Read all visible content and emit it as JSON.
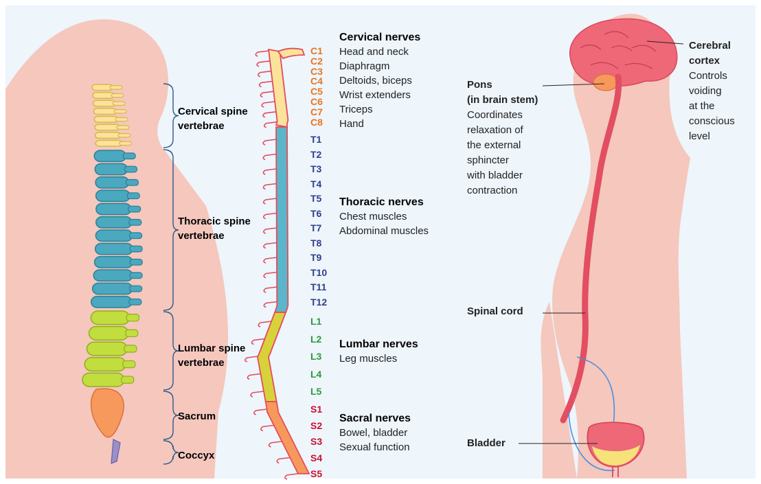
{
  "colors": {
    "cervical": "#e87522",
    "thoracic": "#2e3e8c",
    "lumbar": "#2a9a3c",
    "sacral": "#c8102e",
    "coccyx": "#9a9a9a",
    "body": "#f5c7bd",
    "brain": "#ee6878",
    "cord": "#e24e62",
    "nerve_line": "#4a90e2"
  },
  "spine_sections": [
    {
      "line1": "Cervical spine",
      "line2": "vertebrae"
    },
    {
      "line1": "Thoracic spine",
      "line2": "vertebrae"
    },
    {
      "line1": "Lumbar spine",
      "line2": "vertebrae"
    },
    {
      "line1": "Sacrum"
    },
    {
      "line1": "Coccyx"
    }
  ],
  "vertebrae": {
    "cervical": [
      "C1",
      "C2",
      "C3",
      "C4",
      "C5",
      "C6",
      "C7",
      "C8"
    ],
    "thoracic": [
      "T1",
      "T2",
      "T3",
      "T4",
      "T5",
      "T6",
      "T7",
      "T8",
      "T9",
      "T10",
      "T11",
      "T12"
    ],
    "lumbar": [
      "L1",
      "L2",
      "L3",
      "L4",
      "L5"
    ],
    "sacral": [
      "S1",
      "S2",
      "S3",
      "S4",
      "S5"
    ]
  },
  "nerve_groups": [
    {
      "title": "Cervical nerves",
      "items": [
        "Head and neck",
        "Diaphragm",
        "Deltoids, biceps",
        "Wrist extenders",
        "Triceps",
        "Hand"
      ]
    },
    {
      "title": "Thoracic nerves",
      "items": [
        "Chest muscles",
        "Abdominal muscles"
      ]
    },
    {
      "title": "Lumbar nerves",
      "items": [
        "Leg muscles"
      ]
    },
    {
      "title": "Sacral nerves",
      "items": [
        "Bowel, bladder",
        "Sexual function"
      ]
    }
  ],
  "annotations": {
    "cortex": {
      "title1": "Cerebral",
      "title2": "cortex",
      "lines": [
        "Controls",
        "voiding",
        "at the",
        "conscious",
        "level"
      ]
    },
    "pons": {
      "title1": "Pons",
      "title2": "(in brain stem)",
      "lines": [
        "Coordinates",
        "relaxation of",
        "the external",
        "sphincter",
        "with bladder",
        "contraction"
      ]
    },
    "cord": {
      "title": "Spinal cord"
    },
    "bladder": {
      "title": "Bladder"
    }
  }
}
